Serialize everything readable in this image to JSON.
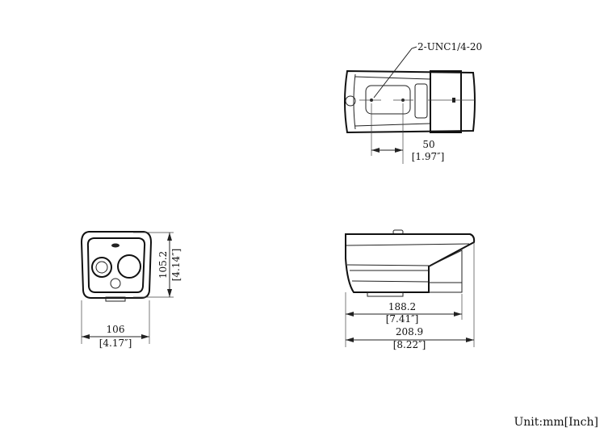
{
  "top_view": {
    "thread_label": "2-UNC1/4-20",
    "hole_spacing_mm": "50",
    "hole_spacing_in": "[1.97″]"
  },
  "front_view": {
    "height_mm": "105.2",
    "height_in": "[4.14″]",
    "width_mm": "106",
    "width_in": "[4.17″]"
  },
  "side_view": {
    "body_length_mm": "188.2",
    "body_length_in": "[7.41″]",
    "total_length_mm": "208.9",
    "total_length_in": "[8.22″]"
  },
  "unit_label": "Unit:mm[Inch]"
}
